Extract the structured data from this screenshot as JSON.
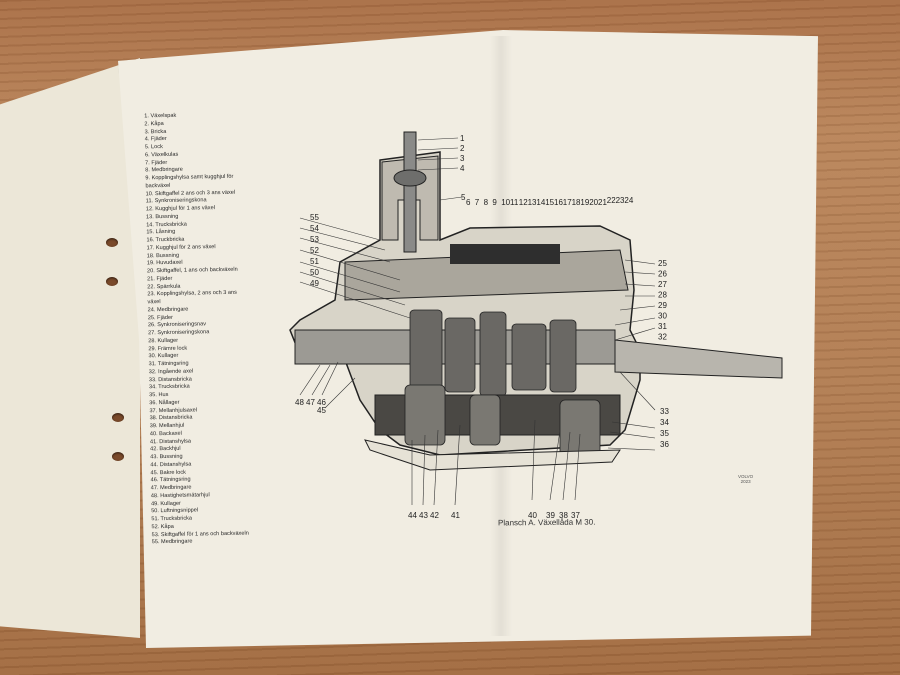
{
  "legend": [
    "1. Växelspak",
    "2. Kåpa",
    "3. Bricka",
    "4. Fjäder",
    "5. Lock",
    "6. Växelkulas",
    "7. Fjäder",
    "8. Medbringare",
    "9. Kopplingshylsa samt kugghjul för",
    "backväxel",
    "10. Skiftgaffel 2 ans och 3 ans växel",
    "11. Synkroniseringskona",
    "12. Kugghjul för 1 ans växel",
    "13. Bussning",
    "14. Trucksbricka",
    "15. Låsning",
    "16. Truckbricka",
    "17. Kugghjul för 2 ans växel",
    "18. Bussning",
    "19. Huvudaxel",
    "20. Skiftgaffel, 1 ans och backväxeln",
    "21. Fjäder",
    "22. Spärrkula",
    "23. Kopplingshylsa, 2 ans och 3 ans",
    "växel",
    "24. Medbringare",
    "25. Fjäder",
    "26. Synkroniseringsnav",
    "27. Synkroniseringskona",
    "28. Kullager",
    "29. Främre lock",
    "30. Kullager",
    "31. Tätningsring",
    "32. Ingående axel",
    "33. Distansbricka",
    "34. Trucksbricka",
    "35. Hus",
    "36. Nållager",
    "37. Mellanhjulsaxel",
    "38. Distansbricka",
    "39. Mellanhjul",
    "40. Backaxel",
    "41. Distanshylsa",
    "42. Backhjul",
    "43. Bussning",
    "44. Distanshylsa",
    "45. Bakre lock",
    "46. Tätningsring",
    "47. Medbringare",
    "48. Hastighetsmätarhjul",
    "49. Kullager",
    "50. Luftningsnippel",
    "51. Trucksbricka",
    "52. Kåpa",
    "53. Skiftgaffel för 1 ans och backväxeln",
    "55. Medbringare"
  ],
  "callouts": {
    "top": [
      "1",
      "2",
      "3",
      "4",
      "5"
    ],
    "upper_row": [
      "6",
      "7",
      "8",
      "9",
      "10",
      "11",
      "12",
      "13",
      "14",
      "15",
      "16",
      "17",
      "18",
      "19",
      "20",
      "21",
      "22",
      "23",
      "24"
    ],
    "left": [
      "55",
      "54",
      "53",
      "52",
      "51",
      "50",
      "49"
    ],
    "right": [
      "25",
      "26",
      "27",
      "28",
      "29",
      "30",
      "31",
      "32",
      "33",
      "34",
      "35",
      "36"
    ],
    "bottom": [
      "44",
      "43",
      "42",
      "41",
      "40",
      "39",
      "38",
      "37"
    ],
    "left_low": [
      "48",
      "47",
      "46",
      "45"
    ]
  },
  "caption": "Plansch A. Växellåda M 30.",
  "maker_mark": [
    "VOLVO",
    "2023"
  ]
}
